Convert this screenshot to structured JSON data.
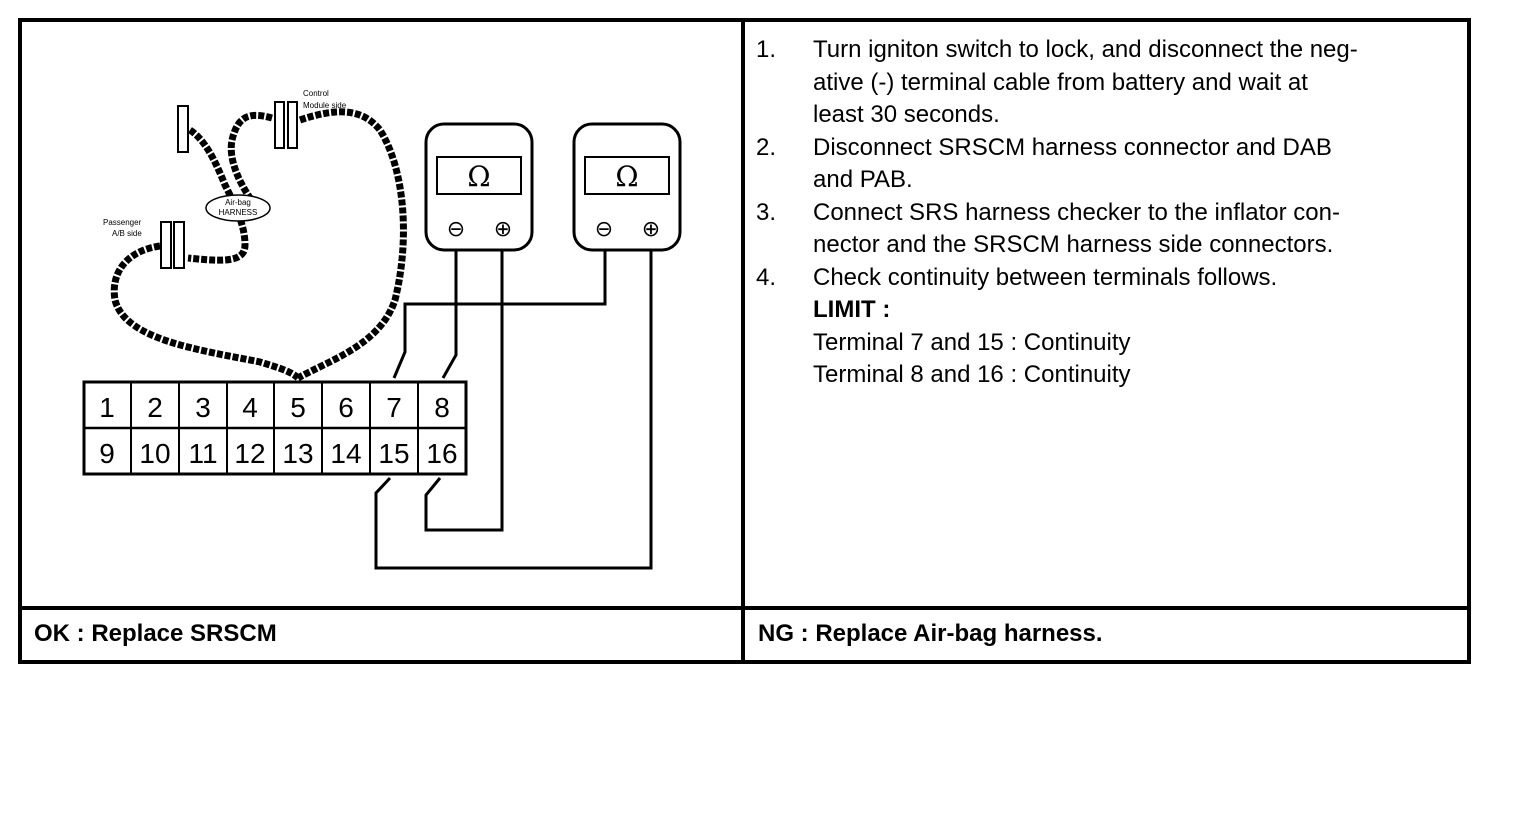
{
  "diagram": {
    "labels": {
      "control_module_line1": "Control",
      "control_module_line2": "Module side",
      "airbag_harness_line1": "Air-bag",
      "airbag_harness_line2": "HARNESS",
      "passenger_line1": "Passenger",
      "passenger_line2": "A/B side"
    },
    "connector": {
      "top_row": [
        "1",
        "2",
        "3",
        "4",
        "5",
        "6",
        "7",
        "8"
      ],
      "bottom_row": [
        "9",
        "10",
        "11",
        "12",
        "13",
        "14",
        "15",
        "16"
      ]
    },
    "meters": [
      {
        "symbol": "Ω",
        "neg": "⊖",
        "pos": "⊕"
      },
      {
        "symbol": "Ω",
        "neg": "⊖",
        "pos": "⊕"
      }
    ]
  },
  "procedure": {
    "steps": [
      {
        "num": "1.",
        "text": "Turn igniton switch to lock, and disconnect the neg-ative (-) terminal cable from battery and wait at least 30 seconds.",
        "lines": [
          "Turn igniton switch to lock, and disconnect the neg-",
          "ative (-) terminal cable from battery and wait at",
          "least 30 seconds."
        ]
      },
      {
        "num": "2.",
        "lines": [
          "Disconnect SRSCM harness connector and DAB",
          "and PAB."
        ]
      },
      {
        "num": "3.",
        "lines": [
          "Connect SRS harness checker to the inflator con-",
          "nector and the SRSCM harness side connectors."
        ]
      },
      {
        "num": "4.",
        "lines": [
          "Check continuity between terminals follows."
        ]
      }
    ],
    "limit_label": "LIMIT :",
    "limit_rows": [
      "Terminal 7 and 15 : Continuity",
      "Terminal 8 and 16 : Continuity"
    ]
  },
  "results": {
    "ok": "OK : Replace SRSCM",
    "ng": "NG : Replace Air-bag harness."
  }
}
